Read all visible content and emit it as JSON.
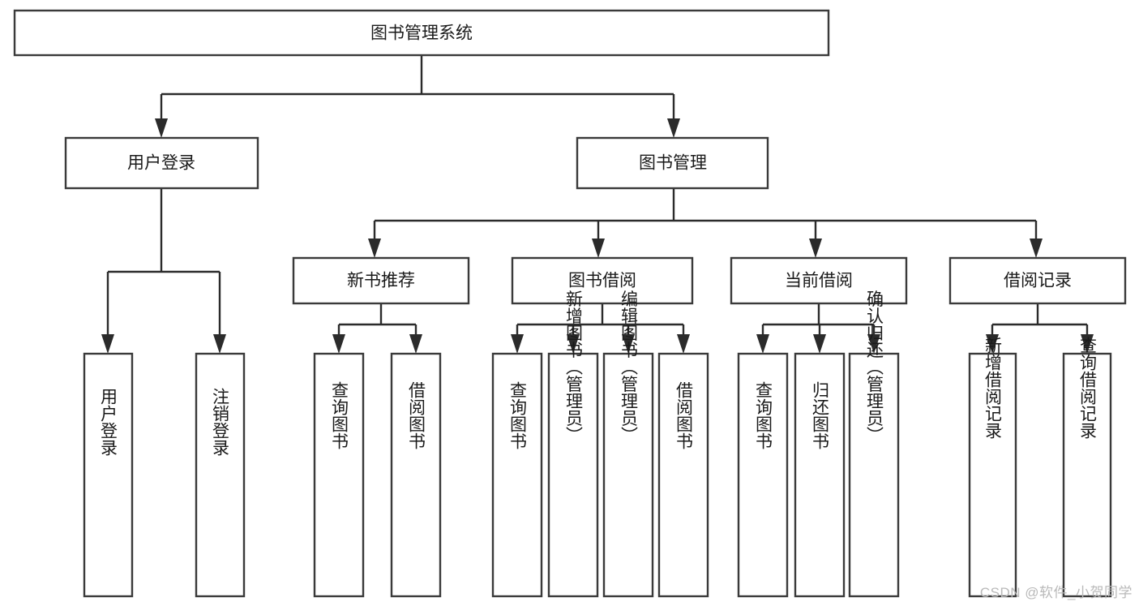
{
  "diagram": {
    "type": "tree",
    "title": "图书管理系统",
    "orientation": "top-down",
    "colors": {
      "box_fill": "#ffffff",
      "box_stroke": "#3a3a3a",
      "edge_stroke": "#2b2b2b",
      "text": "#1a1a1a",
      "watermark": "#b9b9b9",
      "background": "#ffffff"
    },
    "nodes": {
      "root": {
        "label": "图书管理系统",
        "level": 1
      },
      "l2": [
        {
          "id": "user-login",
          "label": "用户登录",
          "level": 2
        },
        {
          "id": "book-manage",
          "label": "图书管理",
          "level": 2
        }
      ],
      "l3": [
        {
          "id": "new-book-recommend",
          "label": "新书推荐",
          "level": 3,
          "parent": "book-manage"
        },
        {
          "id": "book-borrow",
          "label": "图书借阅",
          "level": 3,
          "parent": "book-manage"
        },
        {
          "id": "current-borrow",
          "label": "当前借阅",
          "level": 3,
          "parent": "book-manage"
        },
        {
          "id": "borrow-record",
          "label": "借阅记录",
          "level": 3,
          "parent": "book-manage"
        }
      ],
      "leaves": [
        {
          "id": "leaf-user-login",
          "label": "用户登录",
          "parent": "user-login"
        },
        {
          "id": "leaf-logout-login",
          "label": "注销登录",
          "parent": "user-login"
        },
        {
          "id": "leaf-query-book-1",
          "label": "查询图书",
          "parent": "new-book-recommend"
        },
        {
          "id": "leaf-borrow-book-1",
          "label": "借阅图书",
          "parent": "new-book-recommend"
        },
        {
          "id": "leaf-query-book-2",
          "label": "查询图书",
          "parent": "book-borrow"
        },
        {
          "id": "leaf-add-book",
          "label": "新增图书（管理员）",
          "parent": "book-borrow"
        },
        {
          "id": "leaf-edit-book",
          "label": "编辑图书（管理员）",
          "parent": "book-borrow"
        },
        {
          "id": "leaf-borrow-book-2",
          "label": "借阅图书",
          "parent": "book-borrow"
        },
        {
          "id": "leaf-query-book-3",
          "label": "查询图书",
          "parent": "current-borrow"
        },
        {
          "id": "leaf-return-book",
          "label": "归还图书",
          "parent": "current-borrow"
        },
        {
          "id": "leaf-confirm-return",
          "label": "确认归还（管理员）",
          "parent": "current-borrow"
        },
        {
          "id": "leaf-add-record",
          "label": "新增借阅记录",
          "parent": "borrow-record"
        },
        {
          "id": "leaf-query-record",
          "label": "查询借阅记录",
          "parent": "borrow-record"
        }
      ]
    }
  },
  "watermark": {
    "text": "CSDN @软件_小贺同学"
  }
}
